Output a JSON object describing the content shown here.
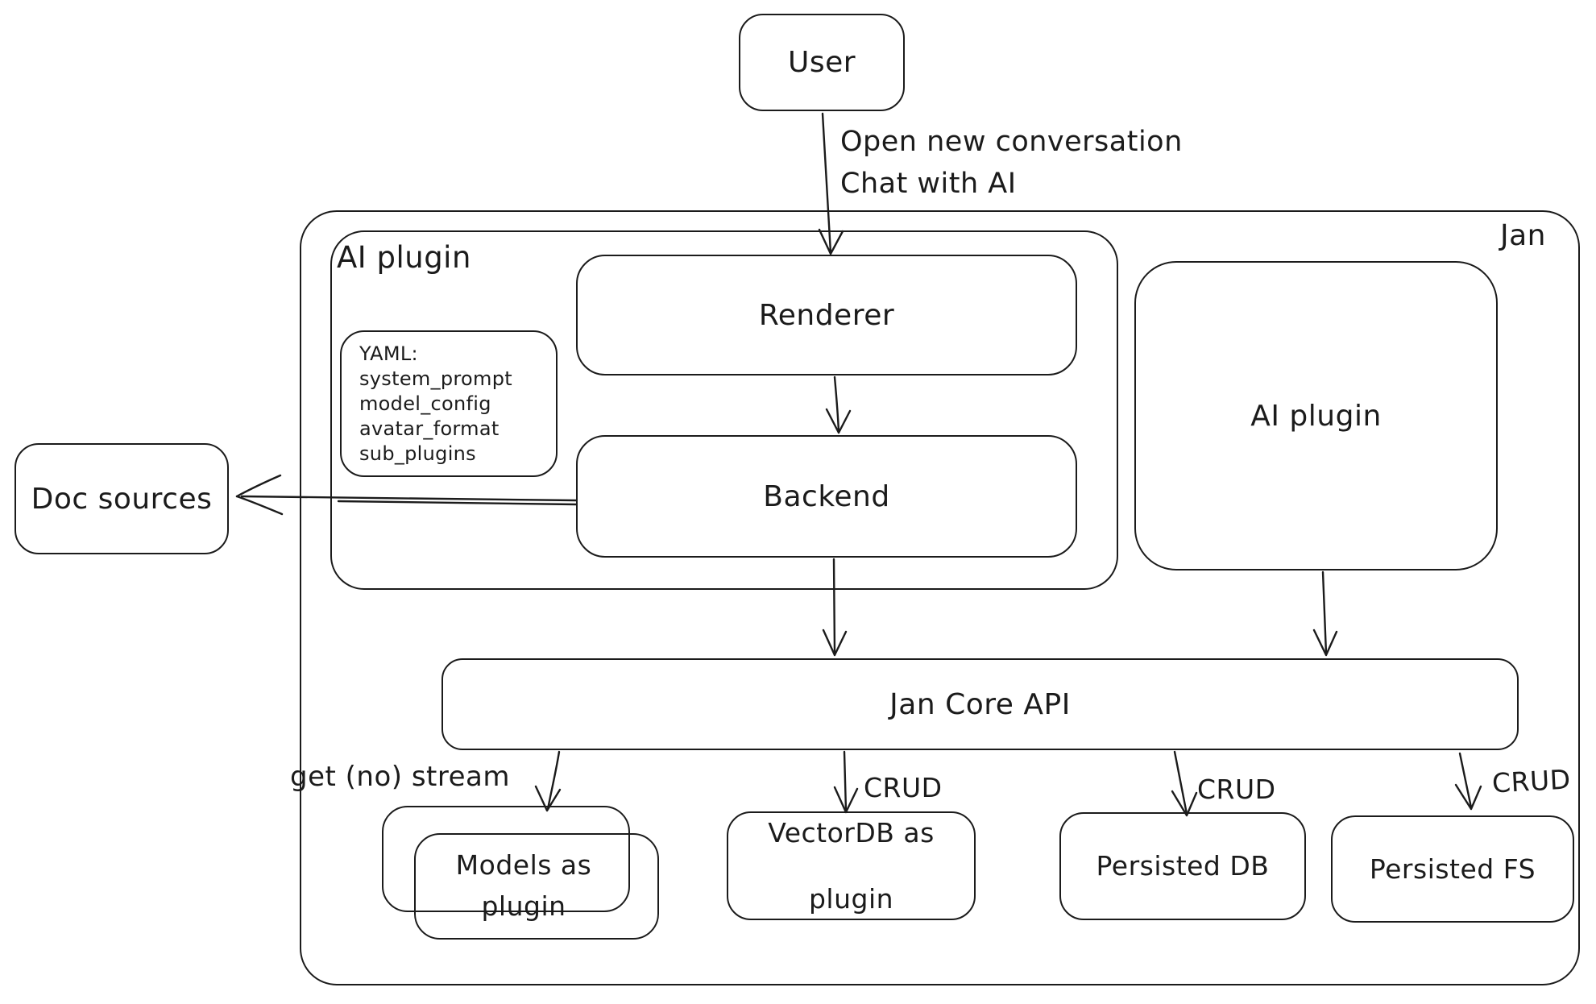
{
  "diagram": {
    "container_label": "Jan",
    "nodes": {
      "user": "User",
      "ai_plugin_container": "AI plugin",
      "renderer": "Renderer",
      "backend": "Backend",
      "ai_plugin_right": "AI plugin",
      "doc_sources": "Doc sources",
      "jan_core_api": "Jan Core API",
      "models_as_plugin": {
        "line1": "Models as",
        "line2": "plugin"
      },
      "vectordb_as_plugin": {
        "line1": "VectorDB as",
        "line2": "plugin"
      },
      "persisted_db": "Persisted DB",
      "persisted_fs": "Persisted FS"
    },
    "yaml_note": {
      "lines": [
        "YAML:",
        "system_prompt",
        "model_config",
        "avatar_format",
        "sub_plugins"
      ]
    },
    "edge_labels": {
      "user_to_renderer_line1": "Open new conversation",
      "user_to_renderer_line2": "Chat with AI",
      "get_no_stream": "get (no) stream",
      "crud_vectordb": "CRUD",
      "crud_persisted_db": "CRUD",
      "crud_persisted_fs": "CRUD"
    },
    "colors": {
      "stroke": "#1b1b1b",
      "background": "#ffffff"
    }
  }
}
